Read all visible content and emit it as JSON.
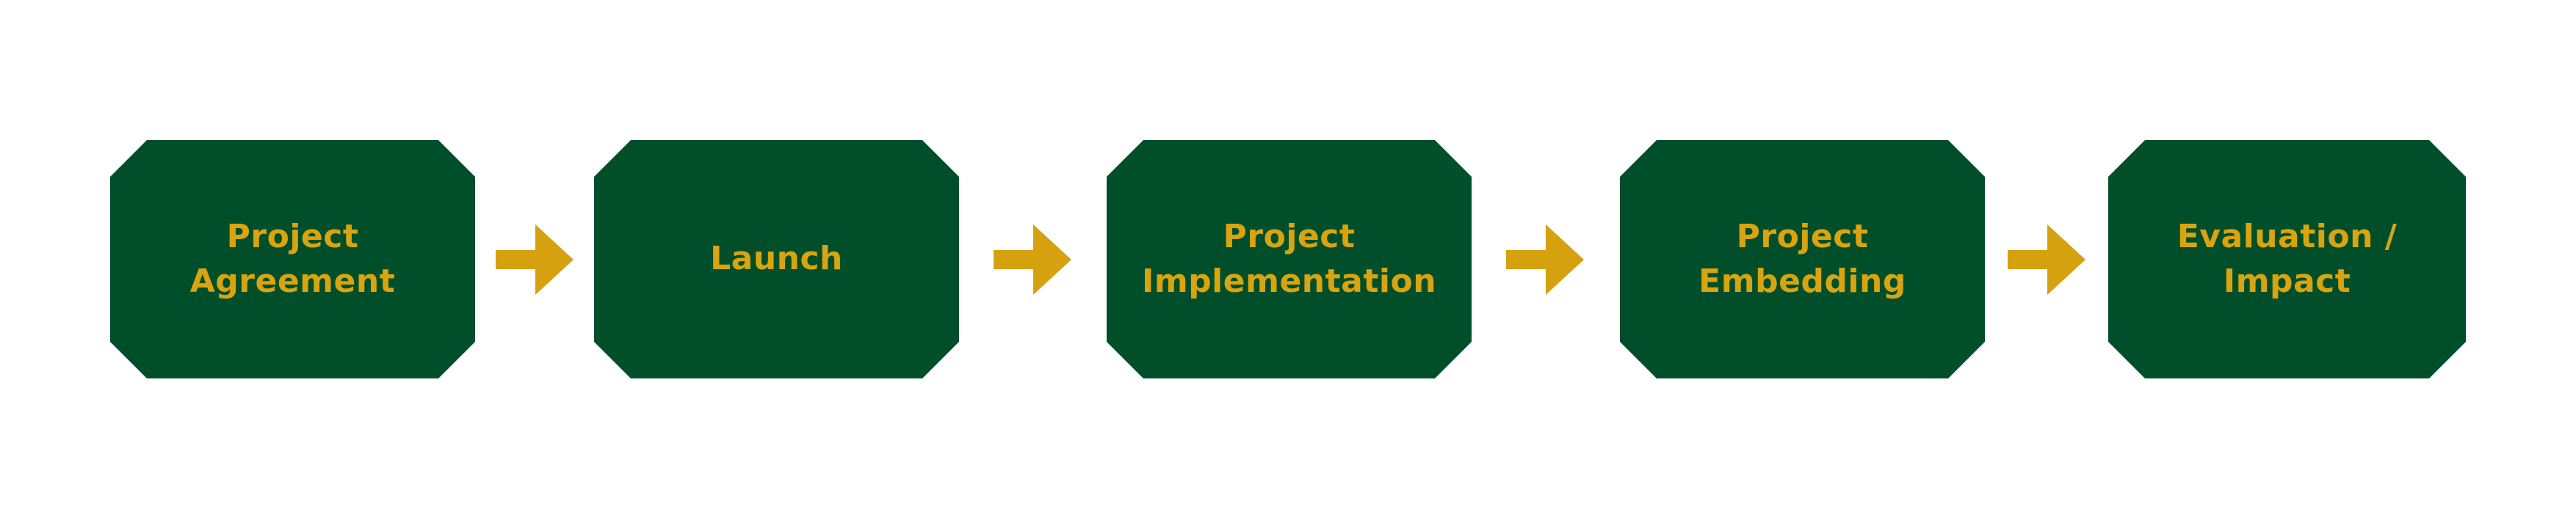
{
  "diagram": {
    "type": "process-flow",
    "stages": [
      {
        "label": "Project Agreement"
      },
      {
        "label": "Launch"
      },
      {
        "label": "Project Implementation"
      },
      {
        "label": "Project Embedding"
      },
      {
        "label": "Evaluation / Impact"
      }
    ],
    "connector_icon": "right-arrow-icon",
    "colors": {
      "stage_fill": "#014F2A",
      "label_text": "#D9A40F",
      "arrow_fill": "#D5A10E",
      "background": "#FFFFFF"
    }
  }
}
